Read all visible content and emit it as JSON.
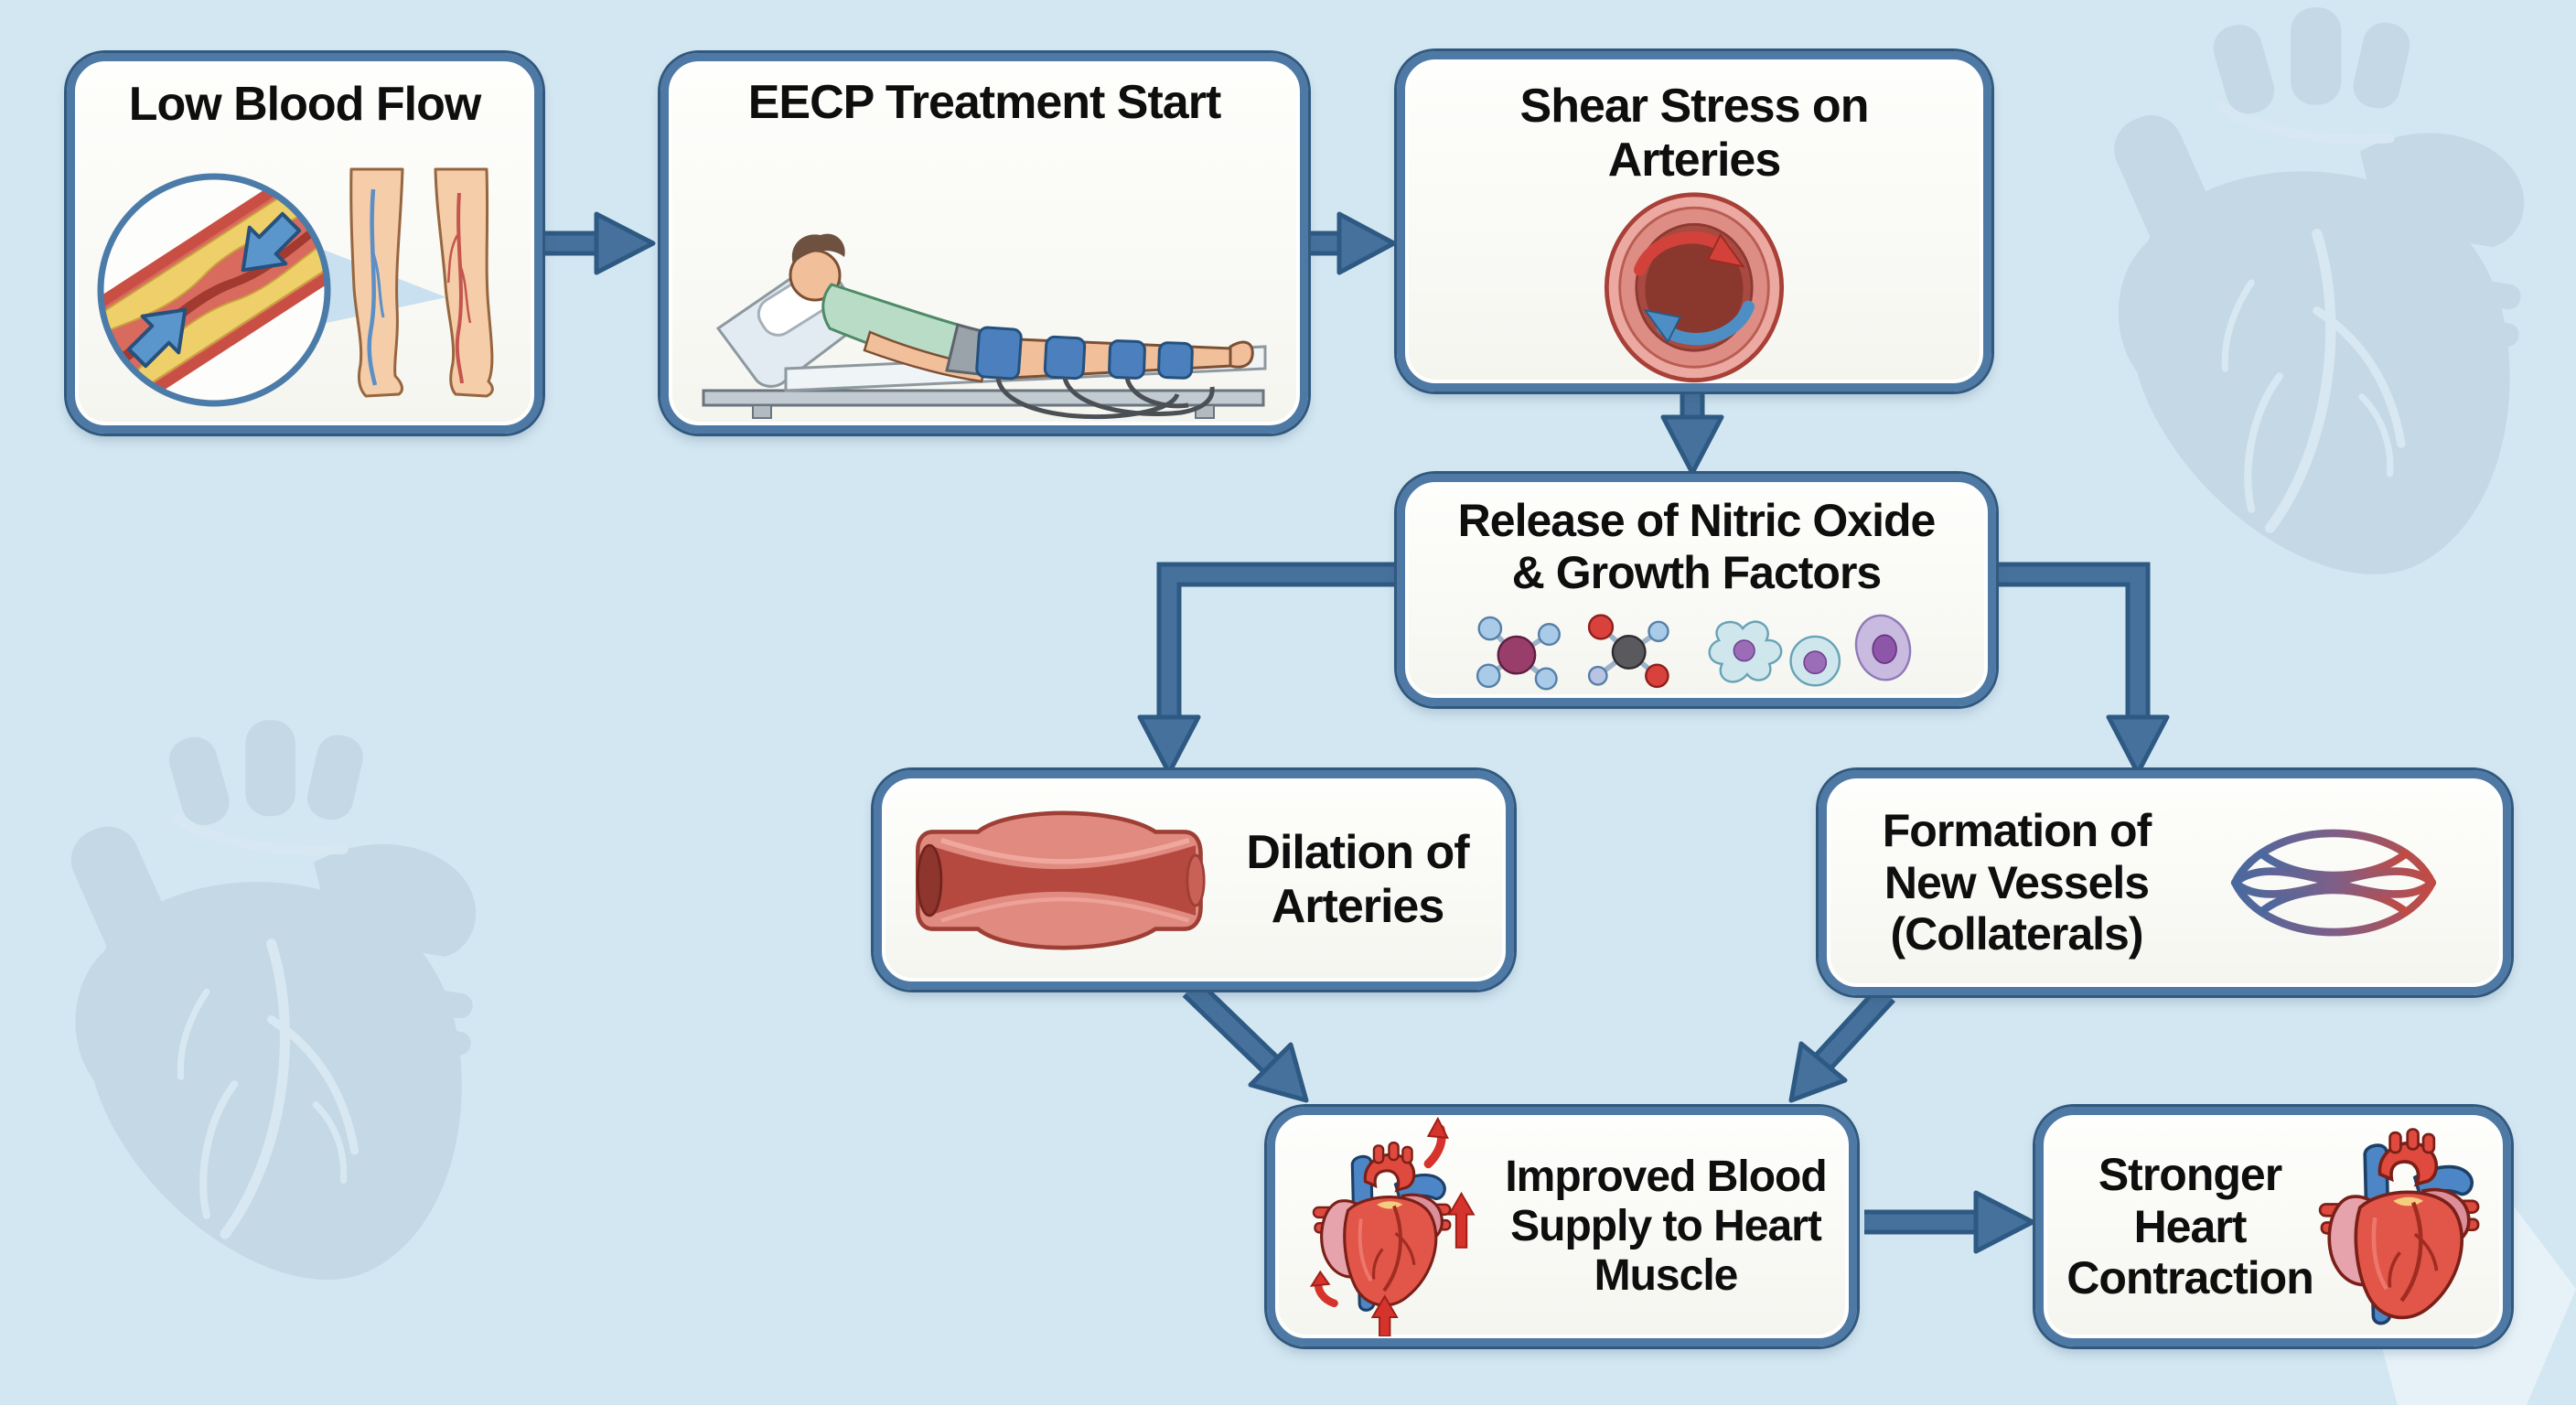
{
  "diagram": {
    "background_color": "#d3e7f2",
    "box_border_color": "#4d79a4",
    "box_fill_color": "#fcfcfa",
    "arrow_color": "#46719c",
    "text_color": "#0e0e0e",
    "watermarks": [
      "heart-watermark-top-right",
      "heart-watermark-bottom-left"
    ],
    "nodes": [
      {
        "id": "low-blood-flow",
        "label": "Low Blood Flow",
        "icons": [
          "clogged-artery-magnifier-icon",
          "legs-veins-icon"
        ]
      },
      {
        "id": "eecp-treatment-start",
        "label": "EECP Treatment Start",
        "icons": [
          "patient-on-eecp-bed-icon"
        ]
      },
      {
        "id": "shear-stress-arteries",
        "label": "Shear Stress on\nArteries",
        "icons": [
          "artery-cross-section-flow-icon"
        ]
      },
      {
        "id": "nitric-oxide-growth-factors",
        "label": "Release of Nitric Oxide\n& Growth Factors",
        "icons": [
          "molecule-icon",
          "molecule-icon",
          "cell-icon",
          "cell-icon",
          "cell-icon"
        ]
      },
      {
        "id": "dilation-arteries",
        "label": "Dilation of\nArteries",
        "icons": [
          "dilated-artery-icon"
        ]
      },
      {
        "id": "collateral-vessels",
        "label": "Formation of\nNew Vessels\n(Collaterals)",
        "icons": [
          "collateral-network-icon"
        ]
      },
      {
        "id": "improved-blood-supply",
        "label": "Improved Blood\nSupply to Heart\nMuscle",
        "icons": [
          "heart-with-outward-arrows-icon"
        ]
      },
      {
        "id": "stronger-heart-contraction",
        "label": "Stronger\nHeart\nContraction",
        "icons": [
          "heart-icon"
        ]
      }
    ],
    "edges": [
      {
        "from": "low-blood-flow",
        "to": "eecp-treatment-start"
      },
      {
        "from": "eecp-treatment-start",
        "to": "shear-stress-arteries"
      },
      {
        "from": "shear-stress-arteries",
        "to": "nitric-oxide-growth-factors"
      },
      {
        "from": "nitric-oxide-growth-factors",
        "to": "dilation-arteries"
      },
      {
        "from": "nitric-oxide-growth-factors",
        "to": "collateral-vessels"
      },
      {
        "from": "dilation-arteries",
        "to": "improved-blood-supply"
      },
      {
        "from": "collateral-vessels",
        "to": "improved-blood-supply"
      },
      {
        "from": "improved-blood-supply",
        "to": "stronger-heart-contraction"
      }
    ]
  }
}
